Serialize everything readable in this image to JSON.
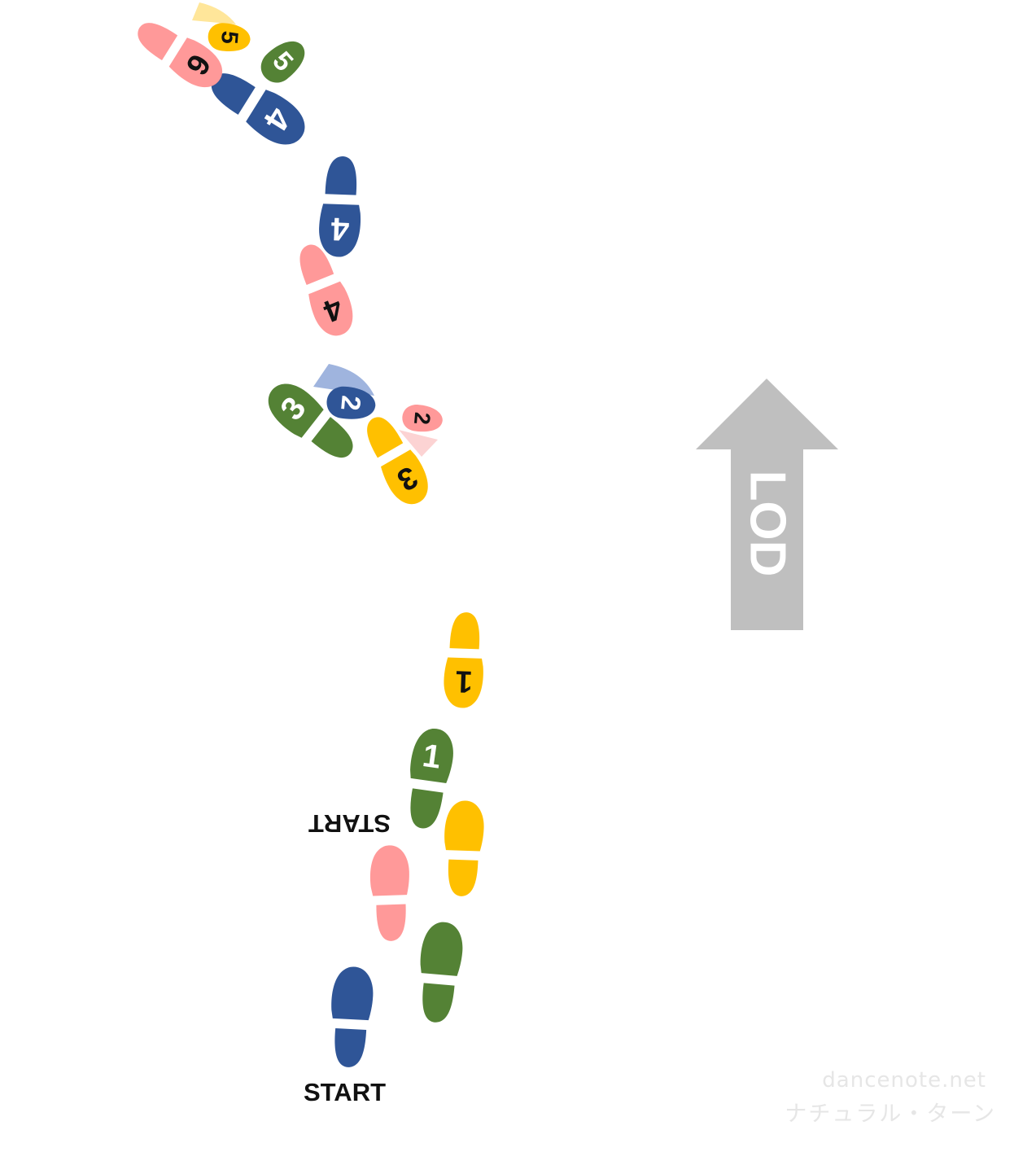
{
  "diagram": {
    "start_label_leader": "START",
    "start_label_follower": "START",
    "lod_label": "LOD",
    "watermark_site": "dancenote.net",
    "watermark_figure": "ナチュラル・ターン"
  },
  "colors": {
    "leader_left": "#2f5597",
    "leader_right": "#548235",
    "follower_left": "#ff9999",
    "follower_right": "#ffc000",
    "arrow": "#bfbfbf"
  },
  "footprints": [
    {
      "id": "leader-left-start",
      "role": "leader",
      "foot": "left",
      "step": "",
      "color": "#2f5597"
    },
    {
      "id": "leader-right-start",
      "role": "leader",
      "foot": "right",
      "step": "",
      "color": "#548235"
    },
    {
      "id": "follower-left-start",
      "role": "follower",
      "foot": "left",
      "step": "",
      "color": "#ff9999"
    },
    {
      "id": "follower-right-start",
      "role": "follower",
      "foot": "right",
      "step": "",
      "color": "#ffc000"
    },
    {
      "id": "leader-step-1",
      "role": "leader",
      "foot": "right",
      "step": "1",
      "color": "#548235"
    },
    {
      "id": "follower-step-1",
      "role": "follower",
      "foot": "right",
      "step": "1",
      "color": "#ffc000"
    },
    {
      "id": "leader-step-2",
      "role": "leader",
      "foot": "left",
      "step": "2",
      "color": "#2f5597"
    },
    {
      "id": "leader-step-3",
      "role": "leader",
      "foot": "right",
      "step": "3",
      "color": "#548235"
    },
    {
      "id": "follower-step-2",
      "role": "follower",
      "foot": "left",
      "step": "2",
      "color": "#ff9999"
    },
    {
      "id": "follower-step-3",
      "role": "follower",
      "foot": "right",
      "step": "3",
      "color": "#ffc000"
    },
    {
      "id": "leader-step-4a",
      "role": "leader",
      "foot": "left",
      "step": "4",
      "color": "#2f5597"
    },
    {
      "id": "follower-step-4",
      "role": "follower",
      "foot": "left",
      "step": "4",
      "color": "#ff9999"
    },
    {
      "id": "leader-step-4b",
      "role": "leader",
      "foot": "left",
      "step": "4",
      "color": "#2f5597"
    },
    {
      "id": "leader-step-5",
      "role": "leader",
      "foot": "right",
      "step": "5",
      "color": "#548235"
    },
    {
      "id": "follower-step-5",
      "role": "follower",
      "foot": "right",
      "step": "5",
      "color": "#ffc000"
    },
    {
      "id": "follower-step-6",
      "role": "follower",
      "foot": "left",
      "step": "6",
      "color": "#ff9999"
    }
  ]
}
